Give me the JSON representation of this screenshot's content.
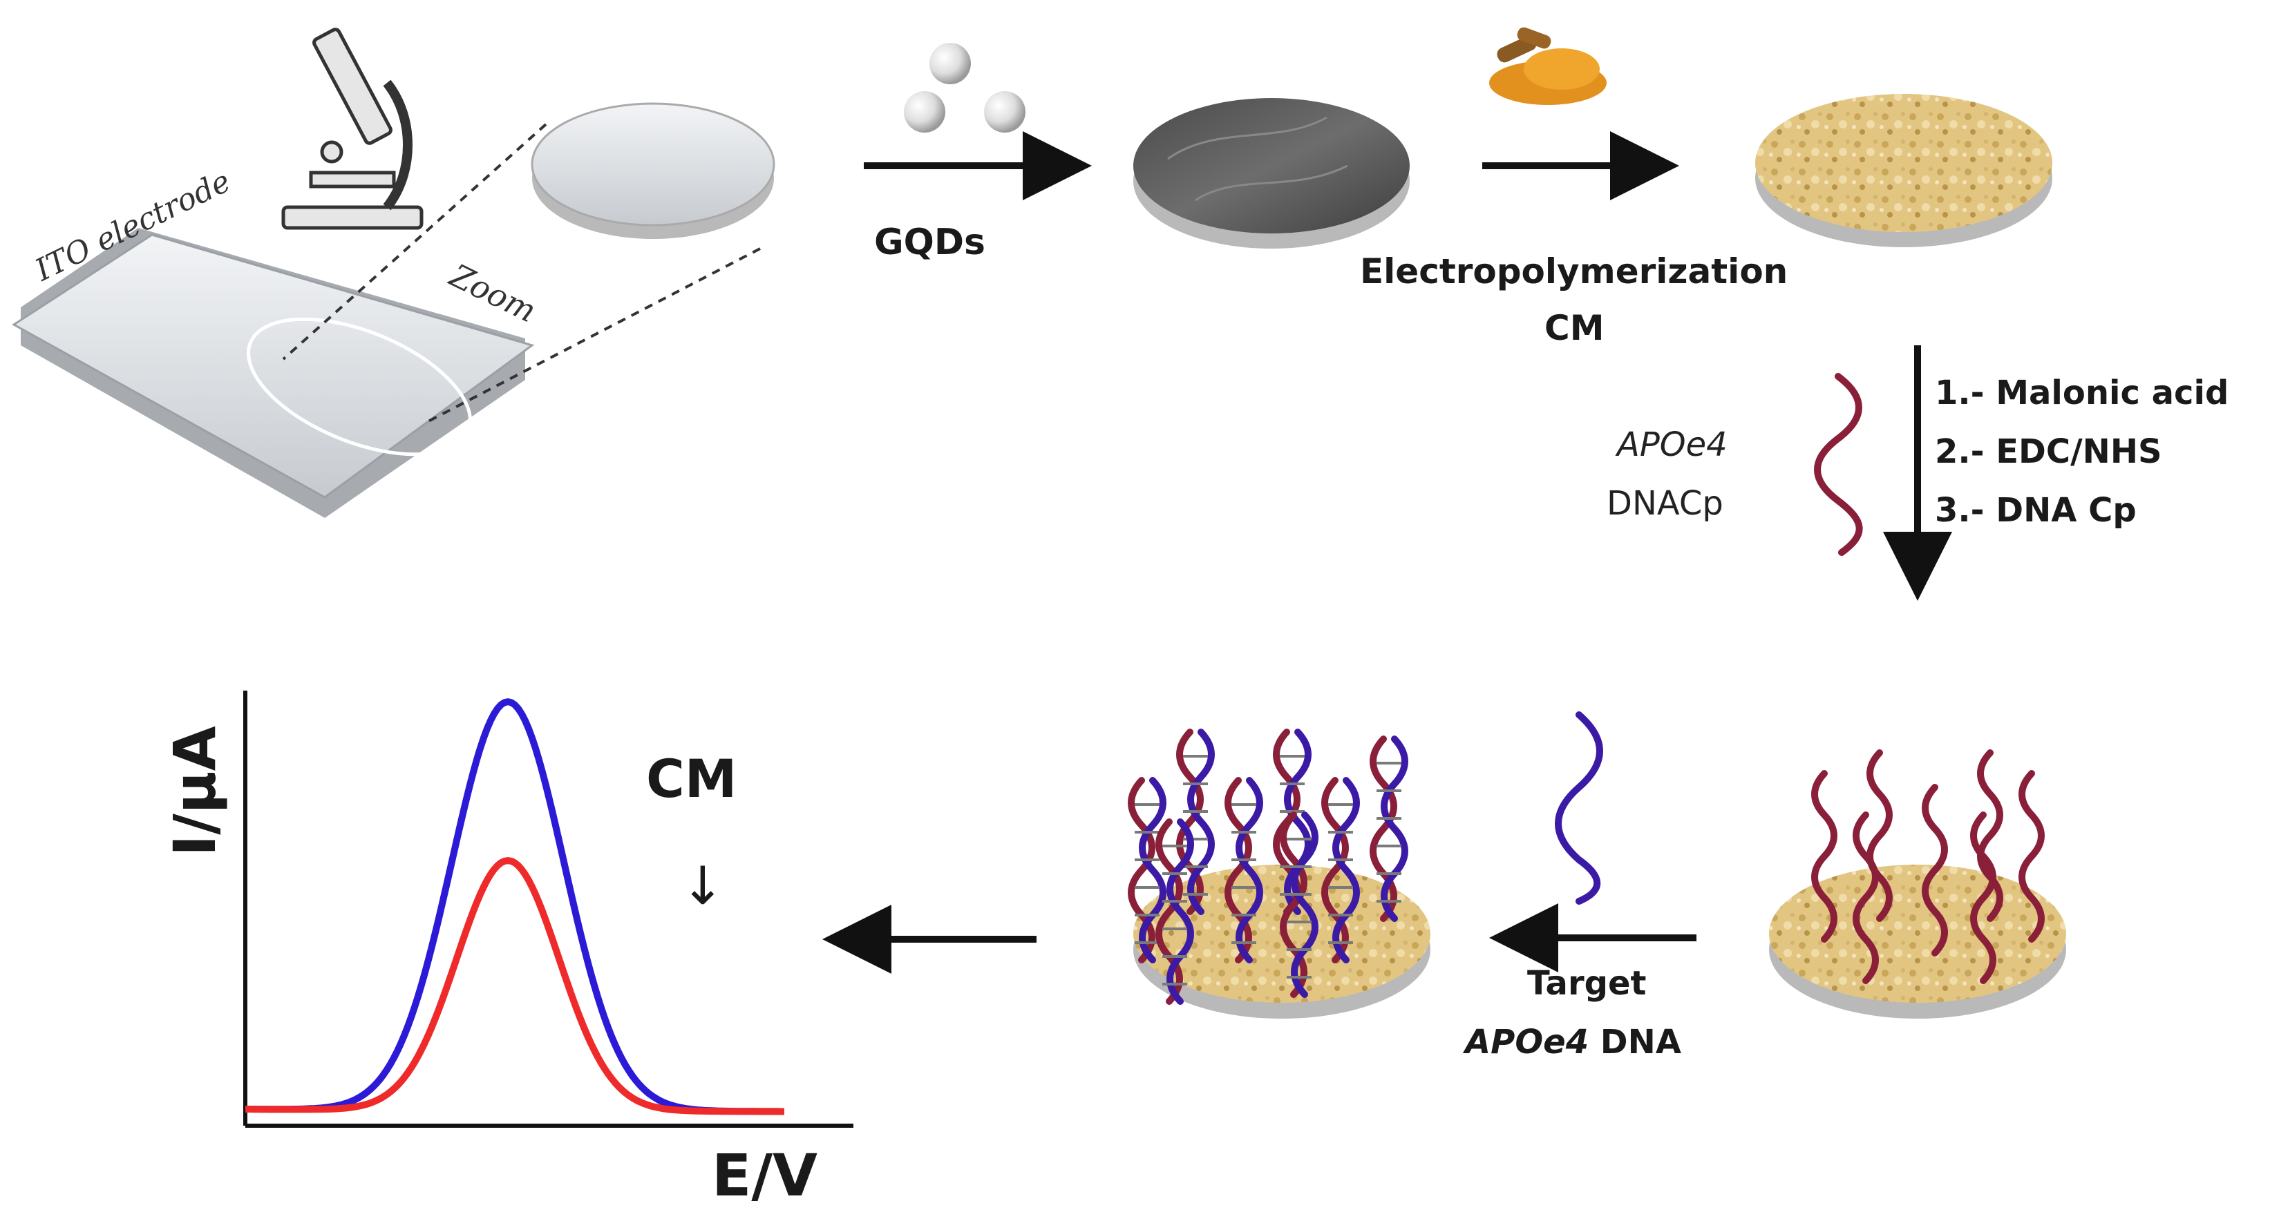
{
  "steps": {
    "ito_label": "ITO electrode",
    "zoom_label": "Zoom",
    "gqds_label": "GQDs",
    "electropolymerization_label": "Electropolymerization",
    "cm_label": "CM",
    "protocol": [
      "1.- Malonic acid",
      "2.- EDC/NHS",
      "3.- DNA Cp"
    ],
    "probe_name": "APOe4",
    "probe_suffix": "DNACp",
    "target_line1": "Target",
    "target_name": "APOe4",
    "target_suffix": " DNA"
  },
  "voltammogram": {
    "ylabel": "I/µA",
    "xlabel": "E/V",
    "annotation": "CM",
    "annotation_arrow": "↓",
    "series_colors": {
      "before": "#2b1bd6",
      "after": "#ef2a2a"
    }
  },
  "colors": {
    "arrow": "#111111",
    "disk_film": "#e2c581",
    "disk_rim": "#b9b9b9",
    "gqd_film": "#5b5b5b",
    "probe_strand": "#8a1f3a",
    "target_strand": "#3b1aa6"
  }
}
